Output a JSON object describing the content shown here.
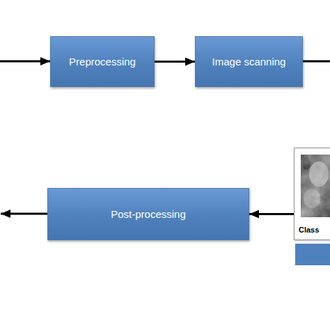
{
  "diagram": {
    "nodes": [
      {
        "text": [
          "Preprocessing"
        ]
      },
      {
        "text": [
          "Image scanning"
        ]
      },
      {
        "text": [
          "Post-processing"
        ]
      },
      {
        "text": [
          "Class"
        ]
      }
    ],
    "edges": [
      {
        "from": 0,
        "to": 1,
        "arrow": "to"
      },
      {
        "from": 3,
        "to": 2,
        "arrow": "to"
      }
    ]
  }
}
